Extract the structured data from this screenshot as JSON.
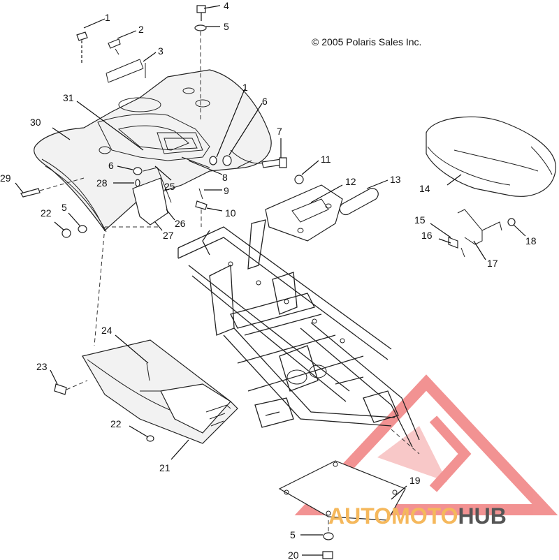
{
  "copyright": "© 2005 Polaris Sales Inc.",
  "watermark": {
    "part1": "AUTOMOTO",
    "part2": "HUB",
    "color_primary": "#f08080",
    "color_accent": "#f5b85c",
    "color_dark": "#555555"
  },
  "callouts": [
    {
      "id": "c1a",
      "label": "1"
    },
    {
      "id": "c2",
      "label": "2"
    },
    {
      "id": "c3",
      "label": "3"
    },
    {
      "id": "c4",
      "label": "4"
    },
    {
      "id": "c5a",
      "label": "5"
    },
    {
      "id": "c1b",
      "label": "1"
    },
    {
      "id": "c6a",
      "label": "6"
    },
    {
      "id": "c7",
      "label": "7"
    },
    {
      "id": "c31",
      "label": "31"
    },
    {
      "id": "c30",
      "label": "30"
    },
    {
      "id": "c6b",
      "label": "6"
    },
    {
      "id": "c28",
      "label": "28"
    },
    {
      "id": "c25",
      "label": "25"
    },
    {
      "id": "c8",
      "label": "8"
    },
    {
      "id": "c9",
      "label": "9"
    },
    {
      "id": "c10",
      "label": "10"
    },
    {
      "id": "c11",
      "label": "11"
    },
    {
      "id": "c12",
      "label": "12"
    },
    {
      "id": "c13",
      "label": "13"
    },
    {
      "id": "c14",
      "label": "14"
    },
    {
      "id": "c29",
      "label": "29"
    },
    {
      "id": "c22a",
      "label": "22"
    },
    {
      "id": "c5b",
      "label": "5"
    },
    {
      "id": "c26",
      "label": "26"
    },
    {
      "id": "c27",
      "label": "27"
    },
    {
      "id": "c15",
      "label": "15"
    },
    {
      "id": "c16",
      "label": "16"
    },
    {
      "id": "c17",
      "label": "17"
    },
    {
      "id": "c18",
      "label": "18"
    },
    {
      "id": "c24",
      "label": "24"
    },
    {
      "id": "c23",
      "label": "23"
    },
    {
      "id": "c22b",
      "label": "22"
    },
    {
      "id": "c21",
      "label": "21"
    },
    {
      "id": "c19",
      "label": "19"
    },
    {
      "id": "c5c",
      "label": "5"
    },
    {
      "id": "c20",
      "label": "20"
    }
  ]
}
